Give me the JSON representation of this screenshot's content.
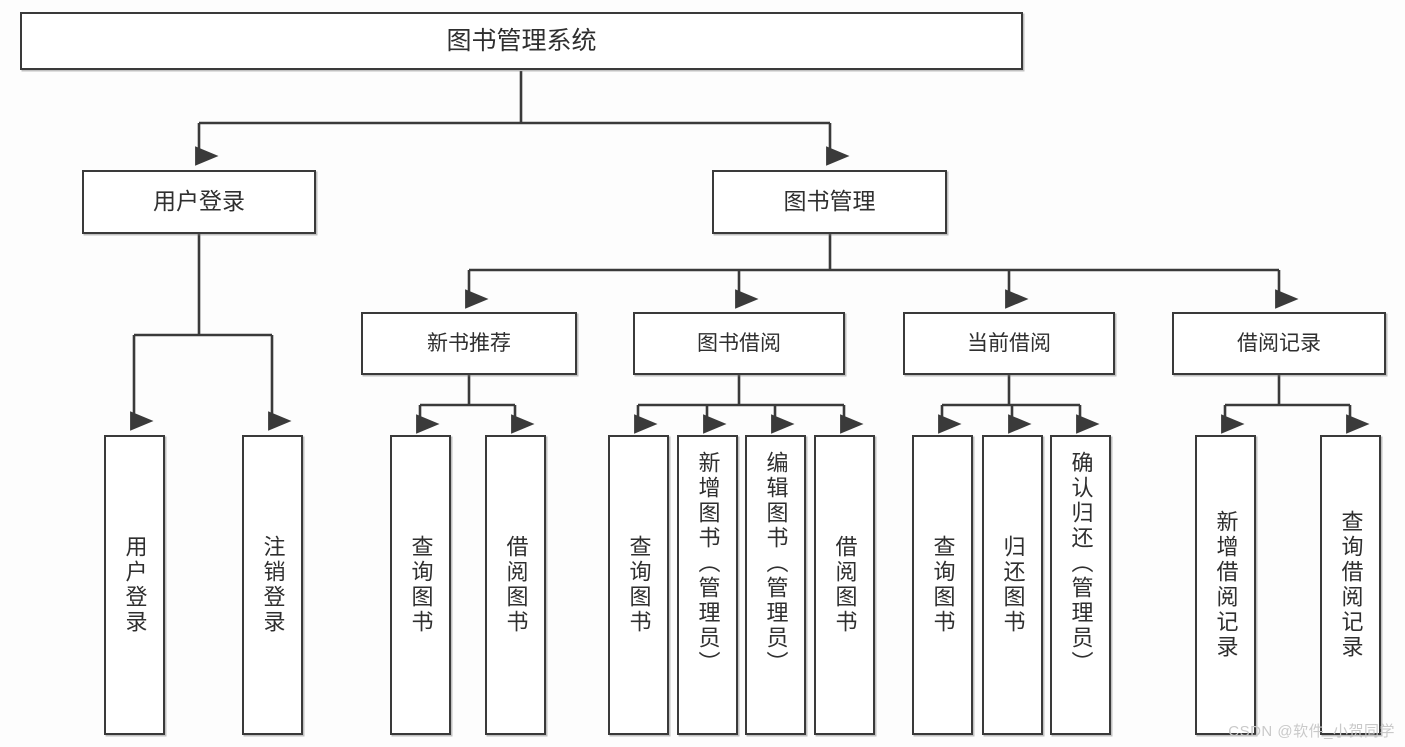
{
  "diagram": {
    "title": "图书管理系统",
    "background_color": "#fdfdfd",
    "node_border_color": "#3a3a3a",
    "node_fill_color": "#ffffff",
    "text_color": "#2f2f2f",
    "edge_color": "#3a3a3a",
    "type": "tree-hierarchy"
  },
  "nodes": {
    "root": {
      "label": "图书管理系统"
    },
    "level2": [
      {
        "label": "用户登录"
      },
      {
        "label": "图书管理"
      }
    ],
    "level3": [
      {
        "label": "新书推荐"
      },
      {
        "label": "图书借阅"
      },
      {
        "label": "当前借阅"
      },
      {
        "label": "借阅记录"
      }
    ],
    "leaves": {
      "user_login": [
        {
          "label": "用户登录"
        },
        {
          "label": "注销登录"
        }
      ],
      "new_book_recommend": [
        {
          "label": "查询图书"
        },
        {
          "label": "借阅图书"
        }
      ],
      "book_borrow": [
        {
          "label": "查询图书"
        },
        {
          "label": "新增图书（管理员）"
        },
        {
          "label": "编辑图书（管理员）"
        },
        {
          "label": "借阅图书"
        }
      ],
      "current_borrow": [
        {
          "label": "查询图书"
        },
        {
          "label": "归还图书"
        },
        {
          "label": "确认归还（管理员）"
        }
      ],
      "borrow_record": [
        {
          "label": "新增借阅记录"
        },
        {
          "label": "查询借阅记录"
        }
      ]
    }
  },
  "watermark": {
    "text": "CSDN @软件_小贺同学"
  }
}
